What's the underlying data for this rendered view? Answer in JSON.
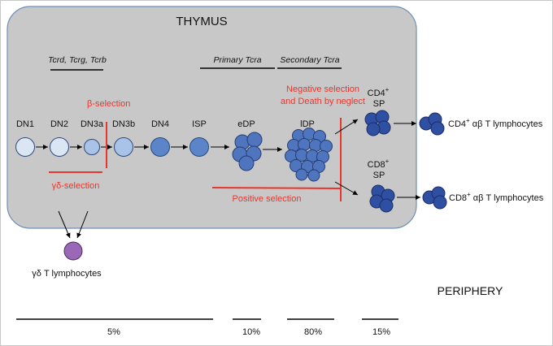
{
  "title": "THYMUS",
  "periphery_label": "PERIPHERY",
  "gene_labels": {
    "tcr_early": "Tcrd, Tcrg, Tcrb",
    "primary": "Primary Tcra",
    "secondary": "Secondary Tcra"
  },
  "stages": {
    "dn1": "DN1",
    "dn2": "DN2",
    "dn3a": "DN3a",
    "dn3b": "DN3b",
    "dn4": "DN4",
    "isp": "ISP",
    "edp": "eDP",
    "ldp": "lDP"
  },
  "selection_labels": {
    "beta": "β-selection",
    "gamma_delta": "γδ-selection",
    "negative_line1": "Negative selection",
    "negative_line2": "and Death by neglect",
    "positive": "Positive selection"
  },
  "single_positive": {
    "cd4_name": "CD4",
    "cd4_sup": "+",
    "cd4_sp": "SP",
    "cd8_name": "CD8",
    "cd8_sup": "+",
    "cd8_sp": "SP"
  },
  "outputs": {
    "cd4_prefix": "CD4",
    "cd4_sup": "+",
    "cd4_rest": " αβ T lymphocytes",
    "cd8_prefix": "CD8",
    "cd8_sup": "+",
    "cd8_rest": " αβ T lymphocytes",
    "gd": "γδ T lymphocytes"
  },
  "percentages": {
    "p1": "5%",
    "p2": "10%",
    "p3": "80%",
    "p4": "15%"
  },
  "colors": {
    "thymus_fill": "#c8c8c8",
    "thymus_border": "#6d8fb6",
    "accent_red": "#e8362c",
    "cell_pale": "#dbe6f5",
    "cell_light": "#a9c3e8",
    "cell_mid": "#5b84c9",
    "cell_dark": "#2f4fa3",
    "cell_gd": "#9b68b8"
  }
}
